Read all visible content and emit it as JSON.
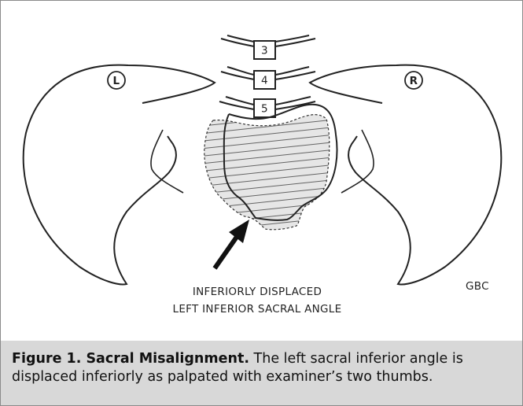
{
  "diagram": {
    "vertebra_labels": [
      "3",
      "4",
      "5"
    ],
    "left_marker": "L",
    "right_marker": "R",
    "annotation_line1": "INFERIORLY DISPLACED",
    "annotation_line2": "LEFT INFERIOR SACRAL ANGLE",
    "artist_initials": "GBC"
  },
  "caption": {
    "title": "Figure 1. Sacral Misalignment.",
    "body": " The left sacral inferior angle is displaced inferiorly as palpated with examiner’s two thumbs."
  },
  "colors": {
    "caption_background": "#d8d8d8",
    "outline": "#222222",
    "hatch_fill": "#e6e6e6"
  }
}
